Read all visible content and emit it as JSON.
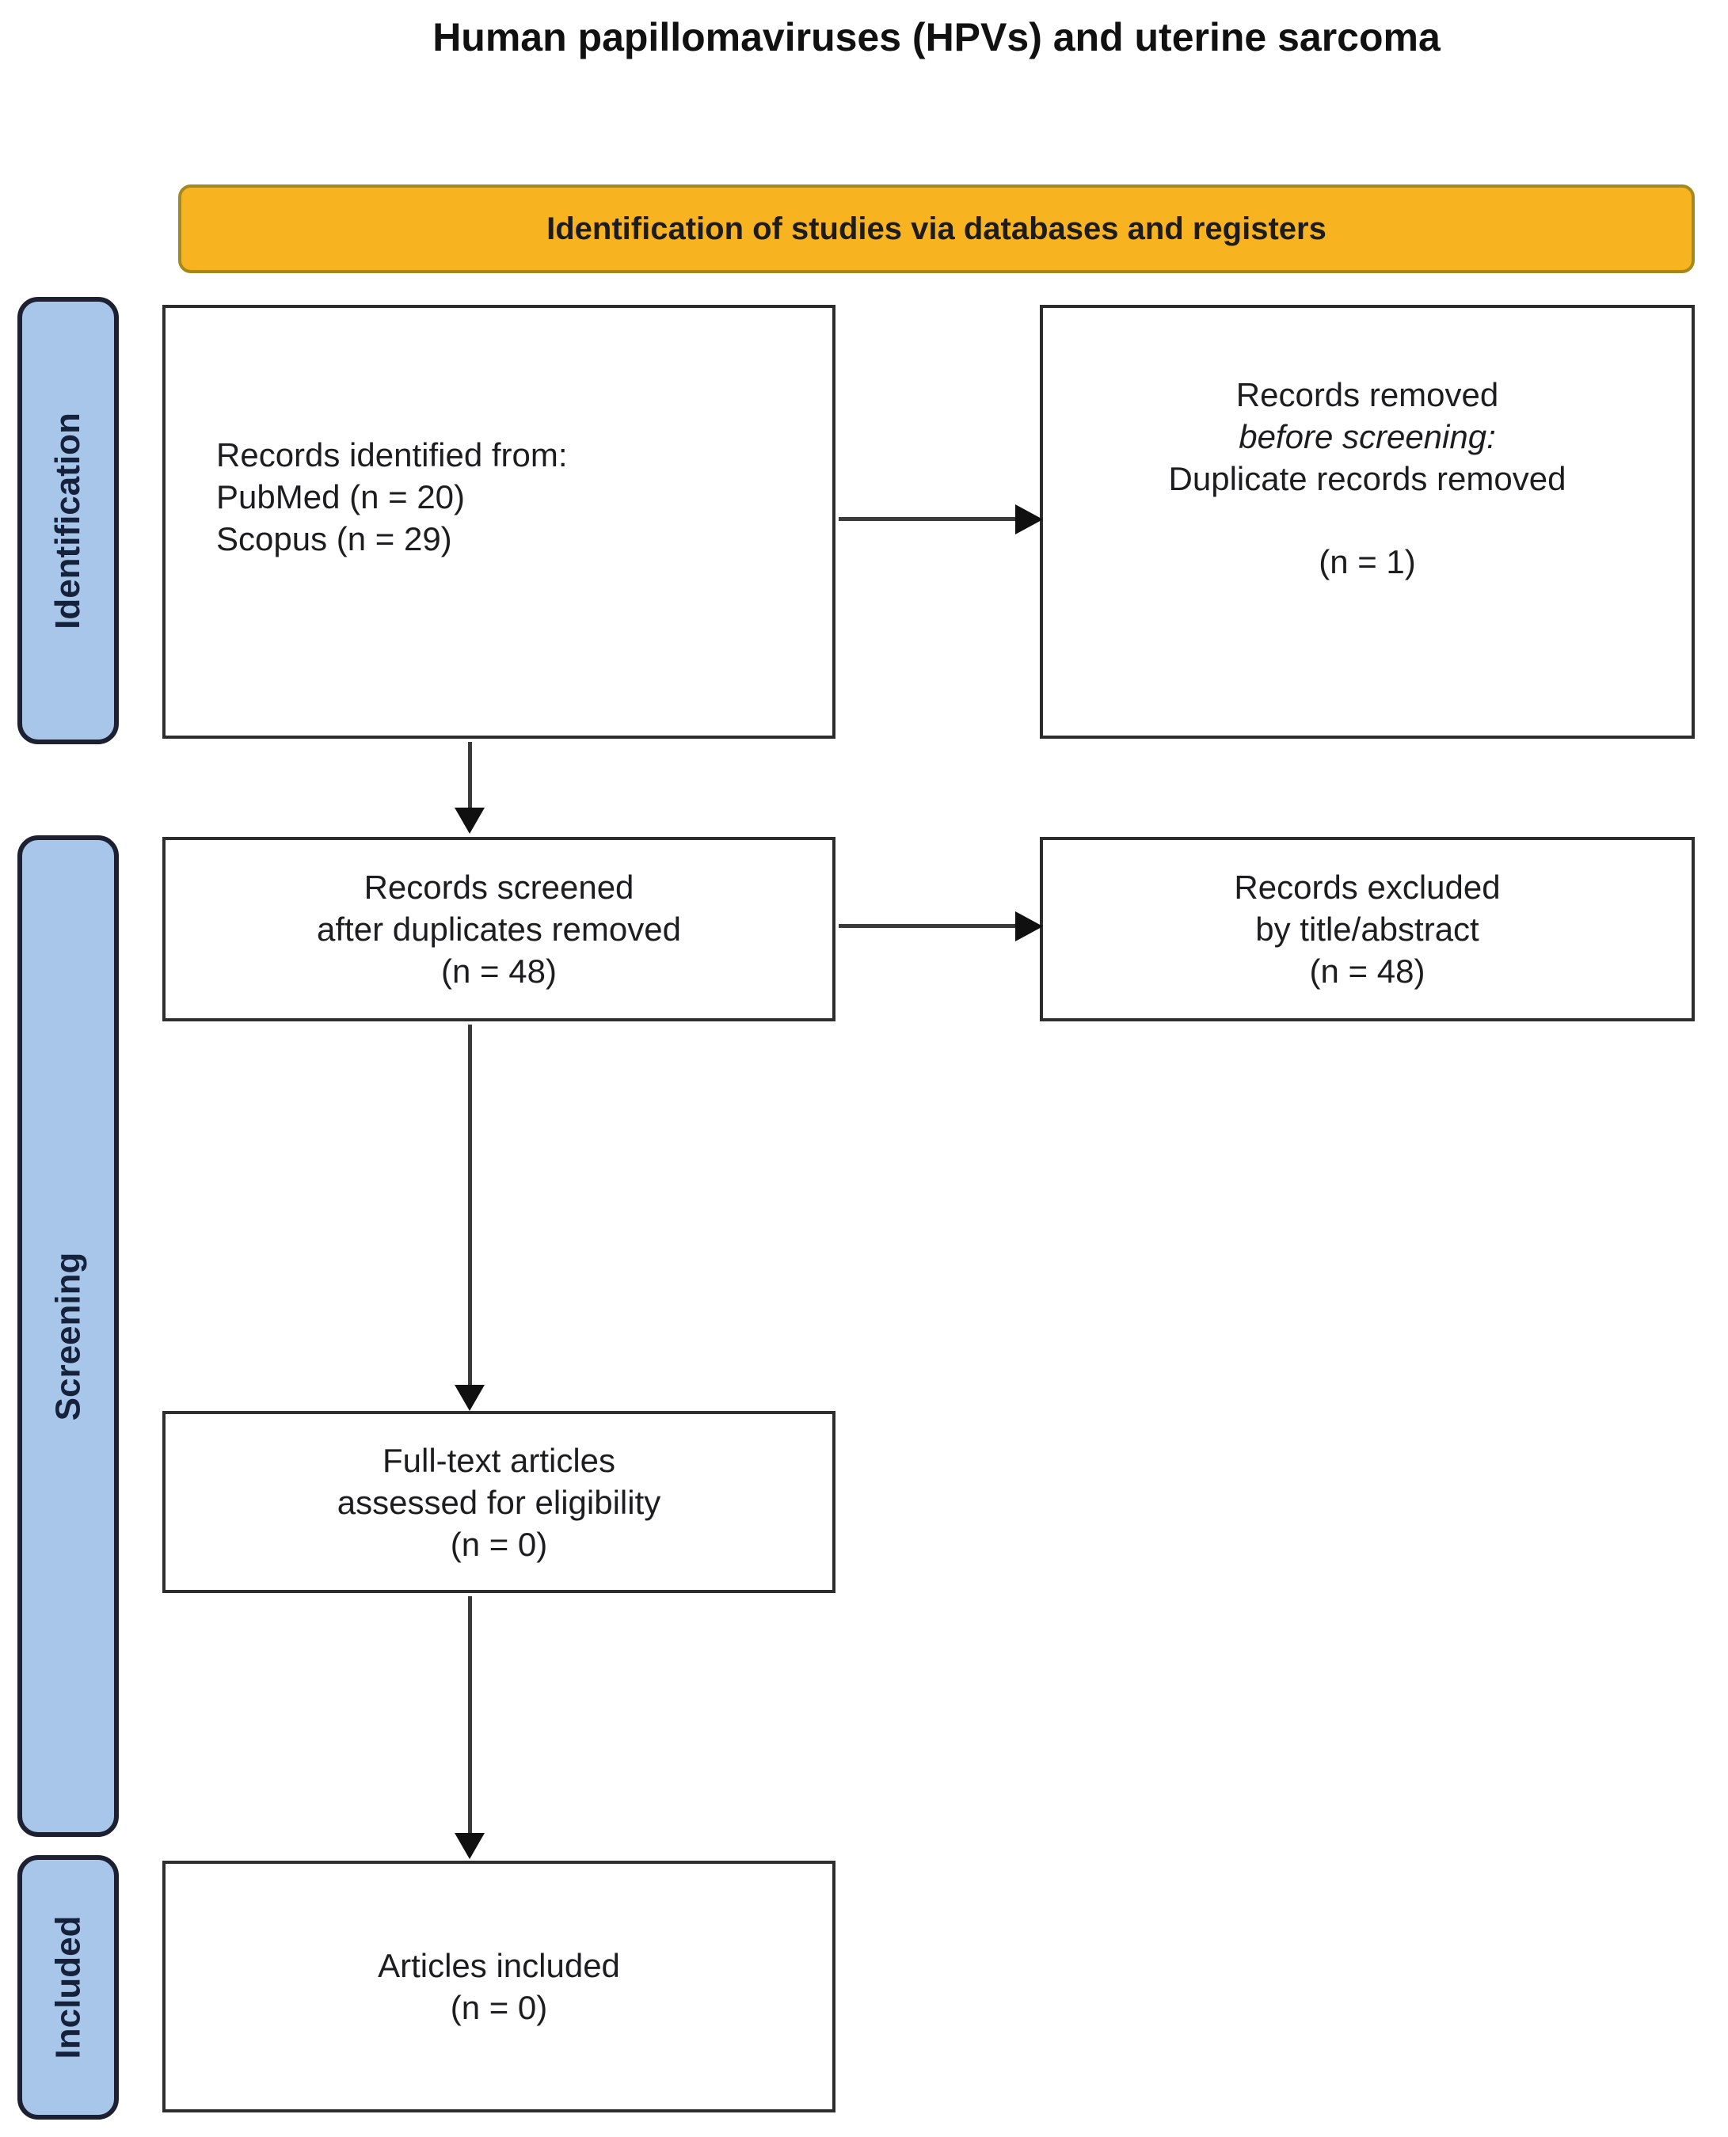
{
  "title": "Human papillomaviruses (HPVs) and uterine sarcoma",
  "banner": {
    "label": "Identification of studies via databases and registers",
    "fill_color": "#F8B320",
    "border_color": "#A5881E"
  },
  "sidebars": {
    "identification": {
      "label": "Identification"
    },
    "screening": {
      "label": "Screening"
    },
    "included": {
      "label": "Included"
    },
    "fill_color": "#A7C6E9",
    "border_color": "#1C2030"
  },
  "boxes": {
    "records_identified": {
      "lines": [
        "Records identified from:",
        "PubMed (n = 20)",
        "Scopus (n = 29)"
      ]
    },
    "records_removed": {
      "line1": "Records removed",
      "line2_italic": "before screening:",
      "line3": "Duplicate records removed",
      "count": "(n = 1)"
    },
    "records_screened": {
      "lines": [
        "Records screened",
        "after duplicates removed",
        "(n = 48)"
      ]
    },
    "records_excluded": {
      "lines": [
        "Records excluded",
        "by title/abstract",
        "(n = 48)"
      ]
    },
    "fulltext_assessed": {
      "lines": [
        "Full-text articles",
        "assessed for eligibility",
        "(n = 0)"
      ]
    },
    "articles_included": {
      "lines": [
        "Articles included",
        "(n = 0)"
      ]
    }
  }
}
